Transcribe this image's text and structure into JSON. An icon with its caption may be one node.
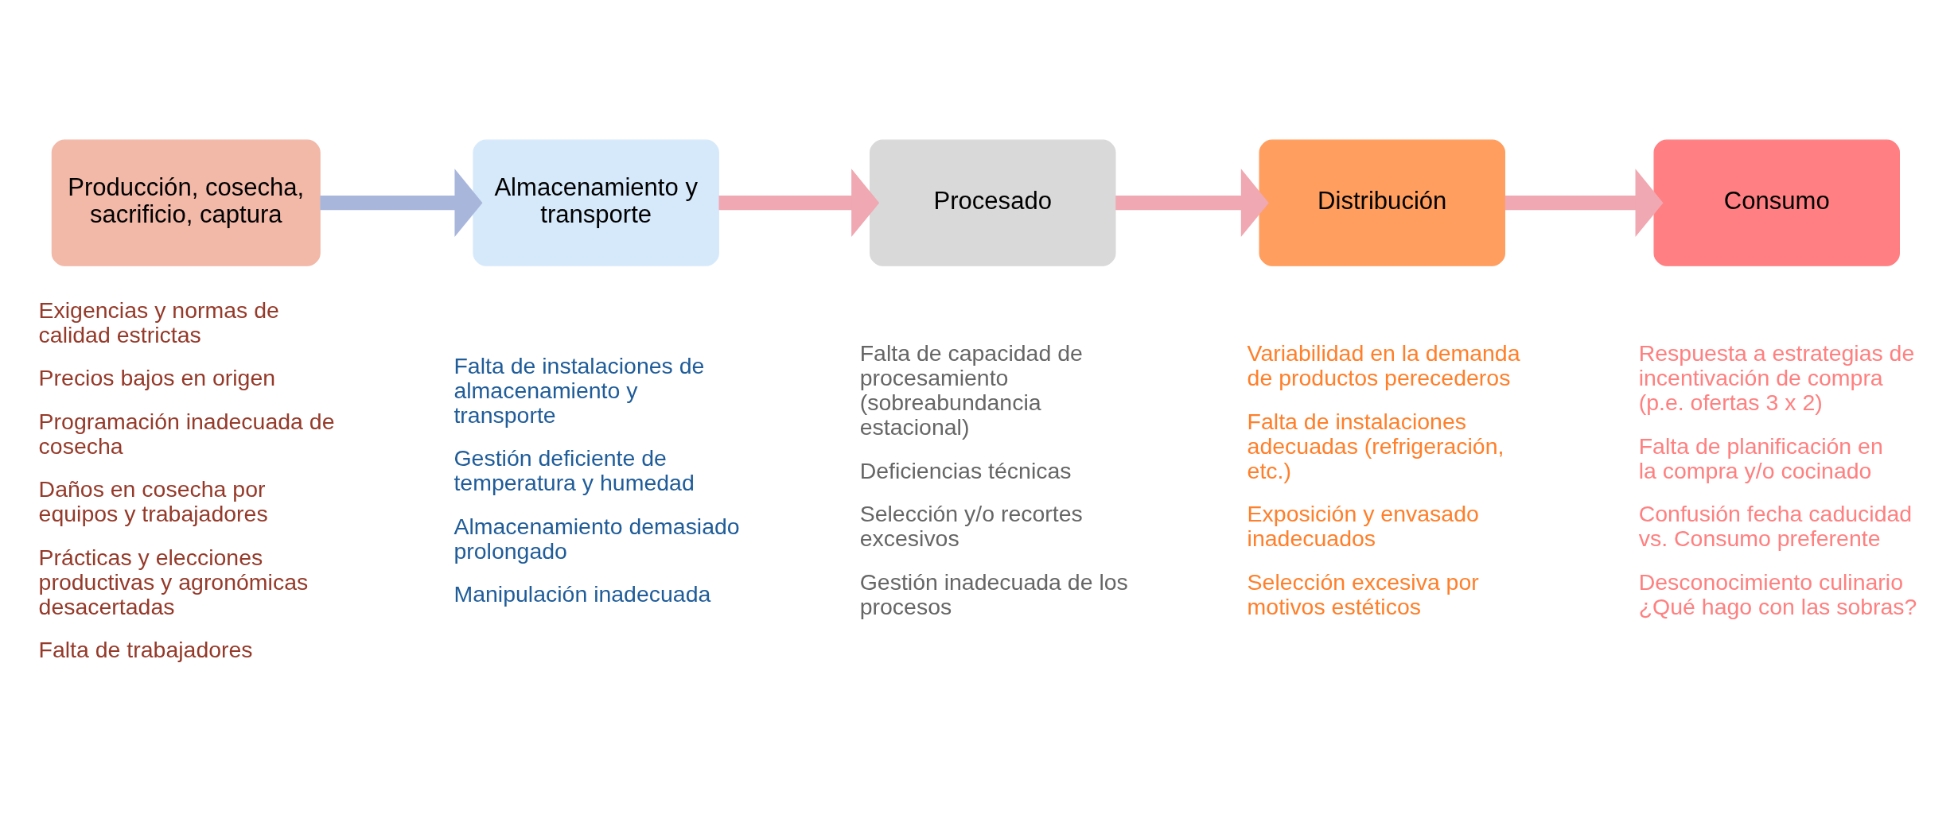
{
  "diagram": {
    "nodes": [
      {
        "text": [
          "Producción, cosecha, sacrificio, captura"
        ],
        "beside": [
          "Exigencias y normas de calidad estrictas",
          "Precios bajos en origen",
          "Programación inadecuada de cosecha",
          "Daños en cosecha por equipos y trabajadores",
          "Prácticas y elecciones productivas y agronómicas desacertadas",
          "Falta de trabajadores"
        ]
      },
      {
        "text": [
          "Almacenamiento y transporte"
        ],
        "beside": [
          "Falta de instalaciones de almacenamiento y transporte",
          "Gestión deficiente de temperatura y humedad",
          "Almacenamiento demasiado prolongado",
          "Manipulación inadecuada"
        ]
      },
      {
        "text": [
          "Procesado"
        ],
        "beside": [
          "Falta de capacidad de procesamiento (sobreabundancia estacional)",
          "Deficiencias técnicas",
          "Selección y/o recortes excesivos",
          "Gestión inadecuada de los procesos"
        ]
      },
      {
        "text": [
          "Distribución"
        ],
        "beside": [
          "Variabilidad en la demanda de productos perecederos",
          "Falta de instalaciones adecuadas (refrigeración, etc.)",
          "Exposición y envasado inadecuados",
          "Selección excesiva por motivos estéticos"
        ]
      },
      {
        "text": [
          "Consumo"
        ],
        "beside": [
          "Respuesta a estrategias de incentivación de compra (p.e. ofertas 3 x 2)",
          "Falta de planificación en la compra y/o cocinado",
          "Confusión fecha caducidad vs. Consumo preferente",
          "Desconocimiento culinario ¿Qué hago con las sobras?"
        ]
      }
    ],
    "edges": [
      {
        "from": 0,
        "to": 1,
        "arrow": "to",
        "color": "#a9b6dc"
      },
      {
        "from": 1,
        "to": 2,
        "arrow": "to"
      },
      {
        "from": 2,
        "to": 3,
        "arrow": "to"
      },
      {
        "from": 3,
        "to": 4,
        "arrow": "to"
      }
    ]
  }
}
